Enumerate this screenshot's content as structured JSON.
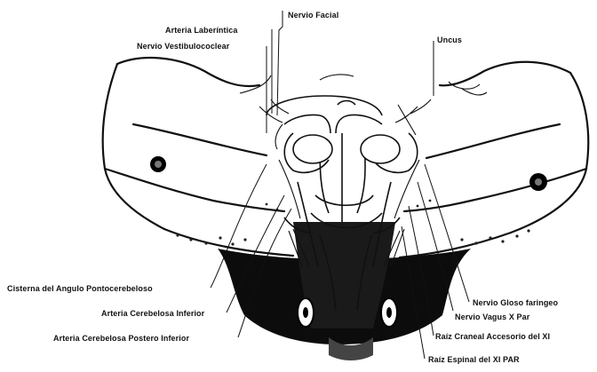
{
  "diagram": {
    "labels": {
      "nervio_facial": "Nervio Facial",
      "arteria_laberintica": "Arteria Laberíntica",
      "nervio_vestibulococlear": "Nervio Vestibulococlear",
      "uncus": "Uncus",
      "cisterna_angulo": "Cisterna del Angulo Pontocerebeloso",
      "arteria_cerebelosa_inferior": "Arteria Cerebelosa Inferior",
      "arteria_cerebelosa_postero": "Arteria Cerebelosa Postero Inferior",
      "nervio_glosofaringeo": "Nervio Gloso faringeo",
      "nervio_vago": "Nervio Vagus X Par",
      "raiz_craneal": "Raíz Craneal Accesorio del XI",
      "raiz_espinal": "Raíz Espinal del XI PAR"
    }
  }
}
